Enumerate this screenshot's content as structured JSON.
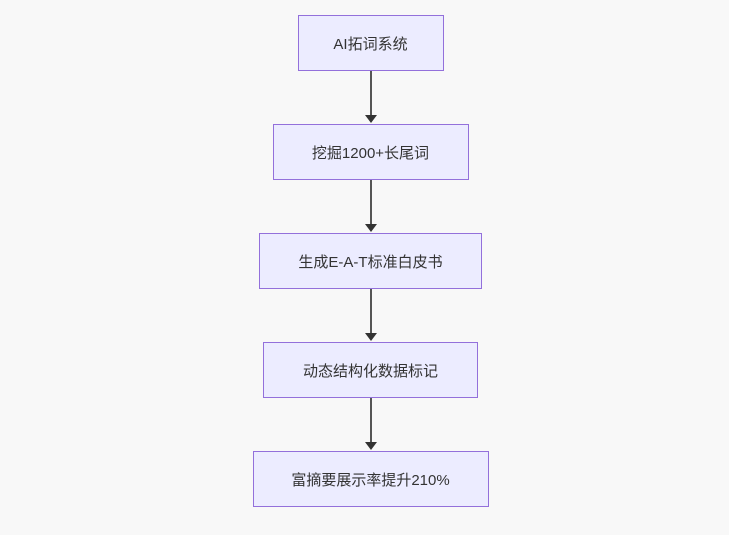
{
  "diagram": {
    "type": "flowchart",
    "direction": "top-down",
    "nodes": [
      {
        "id": "A",
        "label": "AI拓词系统"
      },
      {
        "id": "B",
        "label": "挖掘1200+长尾词"
      },
      {
        "id": "C",
        "label": "生成E-A-T标准白皮书"
      },
      {
        "id": "D",
        "label": "动态结构化数据标记"
      },
      {
        "id": "E",
        "label": "富摘要展示率提升210%"
      }
    ],
    "edges": [
      {
        "from": "A",
        "to": "B"
      },
      {
        "from": "B",
        "to": "C"
      },
      {
        "from": "C",
        "to": "D"
      },
      {
        "from": "D",
        "to": "E"
      }
    ]
  },
  "colors": {
    "background": "#f8f8f8",
    "node_fill": "#ECECFF",
    "node_border": "#9370DB",
    "text": "#333333",
    "arrow_line": "#555555",
    "arrow_head": "#333333"
  }
}
